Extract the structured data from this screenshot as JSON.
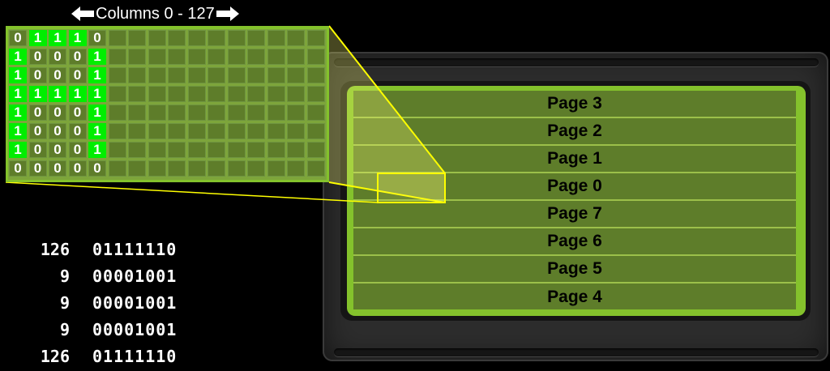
{
  "header": {
    "columns_label": "Columns 0 - 127"
  },
  "pages": [
    "Page 3",
    "Page 2",
    "Page 1",
    "Page 0",
    "Page 7",
    "Page 6",
    "Page 5",
    "Page 4"
  ],
  "grid": {
    "rows": [
      [
        "0",
        "1",
        "1",
        "1",
        "0"
      ],
      [
        "1",
        "0",
        "0",
        "0",
        "1"
      ],
      [
        "1",
        "0",
        "0",
        "0",
        "1"
      ],
      [
        "1",
        "1",
        "1",
        "1",
        "1"
      ],
      [
        "1",
        "0",
        "0",
        "0",
        "1"
      ],
      [
        "1",
        "0",
        "0",
        "0",
        "1"
      ],
      [
        "1",
        "0",
        "0",
        "0",
        "1"
      ],
      [
        "0",
        "0",
        "0",
        "0",
        "0"
      ]
    ],
    "on_color": "#00ee00",
    "off_color": "#5e7d2a"
  },
  "table": [
    {
      "dec": "126",
      "bin": "01111110"
    },
    {
      "dec": "9",
      "bin": "00001001"
    },
    {
      "dec": "9",
      "bin": "00001001"
    },
    {
      "dec": "9",
      "bin": "00001001"
    },
    {
      "dec": "126",
      "bin": "01111110"
    }
  ],
  "colors": {
    "screen": "#84c22c",
    "page_bg": "#5e7d2a",
    "zoom_outline": "#ffff00"
  }
}
